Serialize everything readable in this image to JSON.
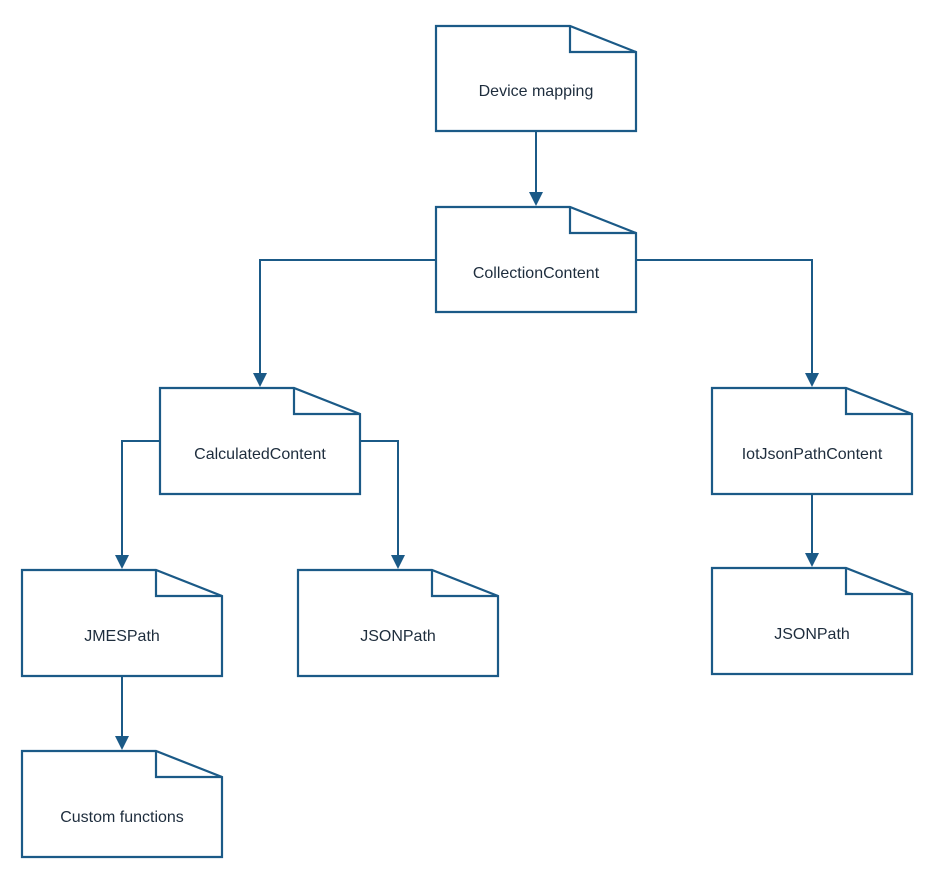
{
  "diagram": {
    "nodes": [
      {
        "id": "device-mapping",
        "label": "Device mapping"
      },
      {
        "id": "collection-content",
        "label": "CollectionContent"
      },
      {
        "id": "calculated-content",
        "label": "CalculatedContent"
      },
      {
        "id": "iot-json-path-content",
        "label": "IotJsonPathContent"
      },
      {
        "id": "jmespath",
        "label": "JMESPath"
      },
      {
        "id": "jsonpath-calculated",
        "label": "JSONPath"
      },
      {
        "id": "jsonpath-iot",
        "label": "JSONPath"
      },
      {
        "id": "custom-functions",
        "label": "Custom functions"
      }
    ],
    "edges": [
      {
        "from": "device-mapping",
        "to": "collection-content"
      },
      {
        "from": "collection-content",
        "to": "calculated-content"
      },
      {
        "from": "collection-content",
        "to": "iot-json-path-content"
      },
      {
        "from": "calculated-content",
        "to": "jmespath"
      },
      {
        "from": "calculated-content",
        "to": "jsonpath-calculated"
      },
      {
        "from": "iot-json-path-content",
        "to": "jsonpath-iot"
      },
      {
        "from": "jmespath",
        "to": "custom-functions"
      }
    ],
    "colors": {
      "stroke": "#1b5a87",
      "text": "#1e2d3d"
    }
  }
}
